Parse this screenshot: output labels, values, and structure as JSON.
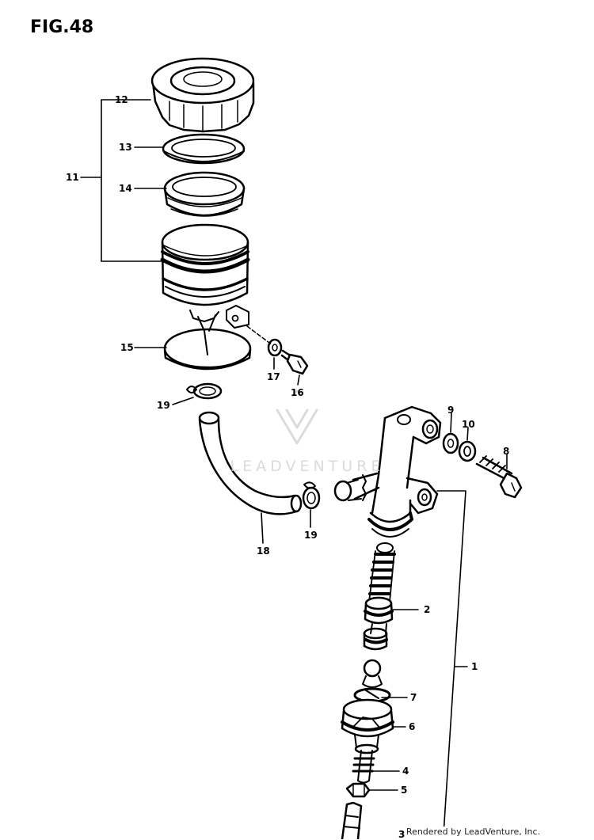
{
  "figure": {
    "title": "FIG.48",
    "watermark_text": "LEADVENTURE",
    "credit": "Rendered by LeadVenture, Inc."
  },
  "callouts": [
    {
      "key": "c12",
      "label": "12"
    },
    {
      "key": "c13",
      "label": "13"
    },
    {
      "key": "c11",
      "label": "11"
    },
    {
      "key": "c14",
      "label": "14"
    },
    {
      "key": "c15",
      "label": "15"
    },
    {
      "key": "c17",
      "label": "17"
    },
    {
      "key": "c16",
      "label": "16"
    },
    {
      "key": "c19a",
      "label": "19"
    },
    {
      "key": "c9",
      "label": "9"
    },
    {
      "key": "c10",
      "label": "10"
    },
    {
      "key": "c8",
      "label": "8"
    },
    {
      "key": "c19b",
      "label": "19"
    },
    {
      "key": "c18",
      "label": "18"
    },
    {
      "key": "c2",
      "label": "2"
    },
    {
      "key": "c1",
      "label": "1"
    },
    {
      "key": "c7",
      "label": "7"
    },
    {
      "key": "c6",
      "label": "6"
    },
    {
      "key": "c4",
      "label": "4"
    },
    {
      "key": "c5",
      "label": "5"
    },
    {
      "key": "c3",
      "label": "3"
    }
  ]
}
